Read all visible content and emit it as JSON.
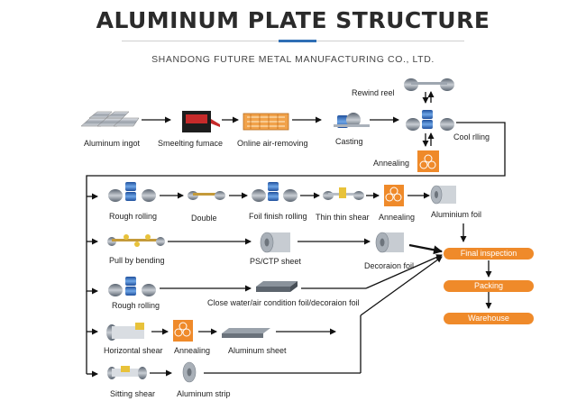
{
  "header": {
    "title": "ALUMINUM PLATE STRUCTURE",
    "subtitle": "SHANDONG FUTURE METAL MANUFACTURING CO., LTD."
  },
  "labels": {
    "aluminum_ingot": "Aluminum ingot",
    "smelting_furnace": "Smeelting fumace",
    "online_air_removing": "Online air-removing",
    "casting": "Casting",
    "rewind_reel": "Rewind reel",
    "cool_rolling": "Cool rlling",
    "annealing_top": "Annealing",
    "rough_rolling_1": "Rough rolling",
    "double": "Double",
    "foil_finish_rolling": "Foil finish rolling",
    "thin_thin_shear": "Thin thin shear",
    "annealing_2": "Annealing",
    "aluminium_foil": "Aluminium foil",
    "pull_by_bending": "Pull by bending",
    "ps_ctp_sheet": "PS/CTP sheet",
    "decoration_foil": "Decoraion foil",
    "rough_rolling_2": "Rough rolling",
    "close_water_foil": "Close water/air condition foil/decoraion foil",
    "horizontal_shear": "Horizontal shear",
    "annealing_3": "Annealing",
    "aluminum_sheet": "Aluminum sheet",
    "slitting_shear": "Sitting shear",
    "aluminum_strip": "Aluminum strip"
  },
  "finish": {
    "final_inspection": "Final inspection",
    "packing": "Packing",
    "warehouse": "Warehouse"
  },
  "colors": {
    "accent": "#2f6fb5",
    "orange": "#ef8a2a",
    "arrow": "#111111"
  }
}
